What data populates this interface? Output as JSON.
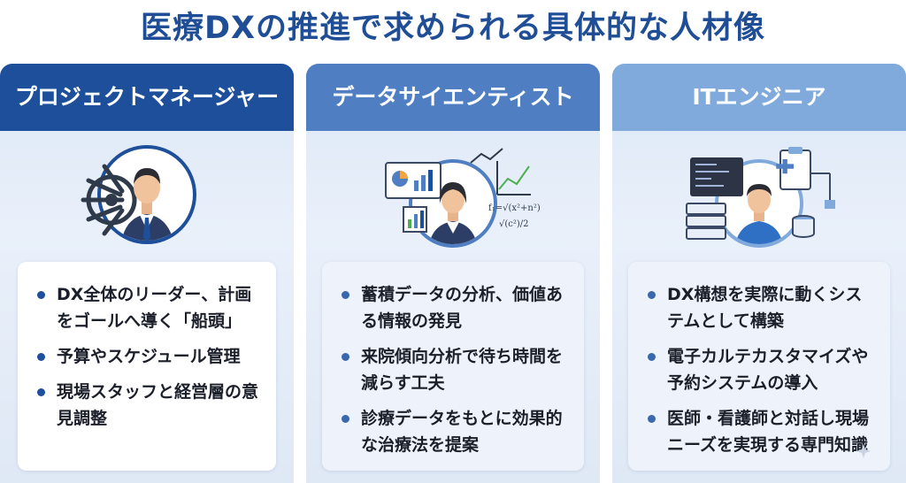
{
  "page": {
    "title": "医療DXの推進で求められる具体的な人材像"
  },
  "roles": [
    {
      "name": "プロジェクトマネージャー",
      "icon": "ship-wheel-manager-icon",
      "bullets": [
        "DX全体のリーダー、計画をゴールへ導く「船頭」",
        "予算やスケジュール管理",
        "現場スタッフと経営層の意見調整"
      ]
    },
    {
      "name": "データサイエンティスト",
      "icon": "data-analytics-scientist-icon",
      "bullets": [
        "蓄積データの分析、価値ある情報の発見",
        "来院傾向分析で待ち時間を減らす工夫",
        "診療データをもとに効果的な治療法を提案"
      ]
    },
    {
      "name": "ITエンジニア",
      "icon": "server-engineer-icon",
      "bullets": [
        "DX構想を実際に動くシステムとして構築",
        "電子カルテカスタマイズや予約システムの導入",
        "医師・看護師と対話し現場ニーズを実現する専門知識"
      ]
    }
  ],
  "colors": {
    "title": "#1f4e96",
    "header_1": "#1e4f9a",
    "header_2": "#4f7fc2",
    "header_3": "#80a9dc",
    "panel_bg": "#e9f0fa"
  }
}
